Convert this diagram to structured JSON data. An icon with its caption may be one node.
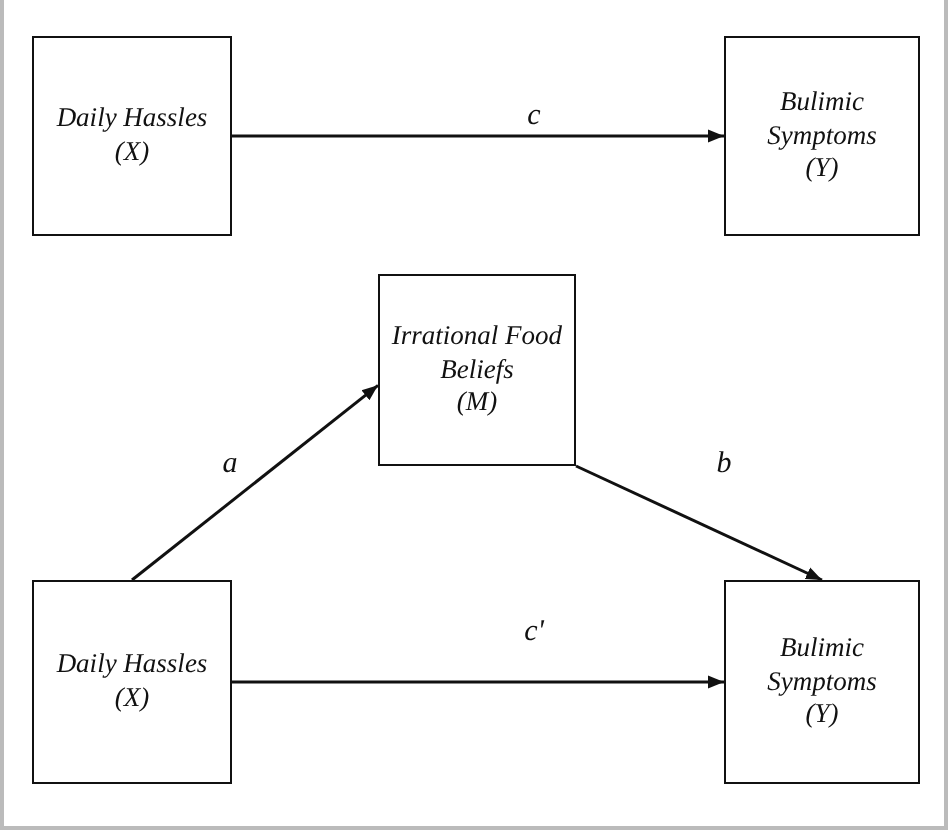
{
  "diagram": {
    "nodes": [
      {
        "text": [
          "Daily Hassles",
          "(X)"
        ]
      },
      {
        "text": [
          "Bulimic Symptoms",
          "(Y)"
        ]
      },
      {
        "text": [
          "Irrational Food Beliefs",
          "(M)"
        ]
      },
      {
        "text": [
          "Daily Hassles",
          "(X)"
        ]
      },
      {
        "text": [
          "Bulimic Symptoms",
          "(Y)"
        ]
      }
    ],
    "edges": [
      {
        "from": 0,
        "to": 1,
        "arrow": "to",
        "label": "c"
      },
      {
        "from": 3,
        "to": 2,
        "arrow": "to",
        "label": "a"
      },
      {
        "from": 2,
        "to": 4,
        "arrow": "to",
        "label": "b"
      },
      {
        "from": 3,
        "to": 4,
        "arrow": "to",
        "label": "c'"
      }
    ]
  }
}
